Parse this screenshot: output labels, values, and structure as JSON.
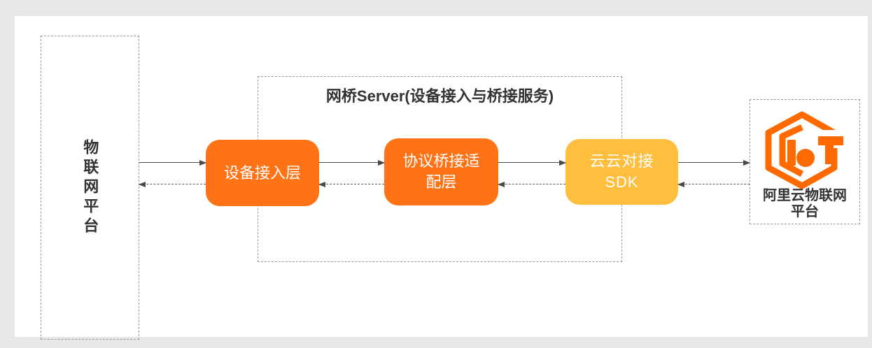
{
  "canvas": {
    "background": "#e8e8e8",
    "panel_background": "#ffffff"
  },
  "left_platform": {
    "label": "物联网平台"
  },
  "bridge_server": {
    "title": "网桥Server(设备接入与桥接服务)",
    "nodes": [
      {
        "name": "device-access-layer",
        "lines": [
          "设备接入层",
          ""
        ],
        "color": "#FF7316"
      },
      {
        "name": "protocol-bridge-adapt-layer",
        "lines": [
          "协议桥接适",
          "配层"
        ],
        "color": "#FF7316"
      },
      {
        "name": "cloud-cloud-sdk",
        "lines": [
          "云云对接",
          "SDK"
        ],
        "color": "#FFBE3D"
      }
    ]
  },
  "aliyun_platform": {
    "icon": "aliyun-iot-logo",
    "icon_color": "#FF6A00",
    "label_lines": [
      "阿里云物联网",
      "平台"
    ]
  },
  "style": {
    "arrow_color": "#4A4A4A",
    "dashed_border_color": "#999999",
    "title_color": "#333333"
  }
}
